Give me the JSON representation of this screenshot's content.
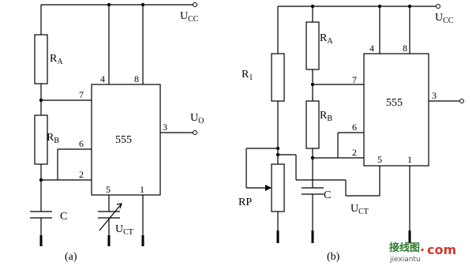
{
  "diagram_a": {
    "caption": "(a)",
    "ic_label": "555",
    "supply": {
      "main": "U",
      "sub": "CC"
    },
    "output": {
      "main": "U",
      "sub": "O"
    },
    "ctrl_voltage": {
      "main": "U",
      "sub": "CT"
    },
    "resistor_a": {
      "main": "R",
      "sub": "A"
    },
    "resistor_b": {
      "main": "R",
      "sub": "B"
    },
    "capacitor": "C",
    "pins": {
      "p4": "4",
      "p8": "8",
      "p7": "7",
      "p3": "3",
      "p6": "6",
      "p2": "2",
      "p5": "5",
      "p1": "1"
    }
  },
  "diagram_b": {
    "caption": "(b)",
    "ic_label": "555",
    "supply": {
      "main": "U",
      "sub": "CC"
    },
    "ctrl_voltage": {
      "main": "U",
      "sub": "CT"
    },
    "resistor_1": {
      "main": "R",
      "sub": "1"
    },
    "resistor_a": {
      "main": "R",
      "sub": "A"
    },
    "resistor_b": {
      "main": "R",
      "sub": "B"
    },
    "potentiometer": "RP",
    "capacitor": "C",
    "pins": {
      "p4": "4",
      "p8": "8",
      "p7": "7",
      "p3": "3",
      "p6": "6",
      "p2": "2",
      "p5": "5",
      "p1": "1"
    }
  },
  "watermark": {
    "cn": "接线图",
    "dot": ".",
    "com": "com",
    "sub": "jiexiantu"
  }
}
